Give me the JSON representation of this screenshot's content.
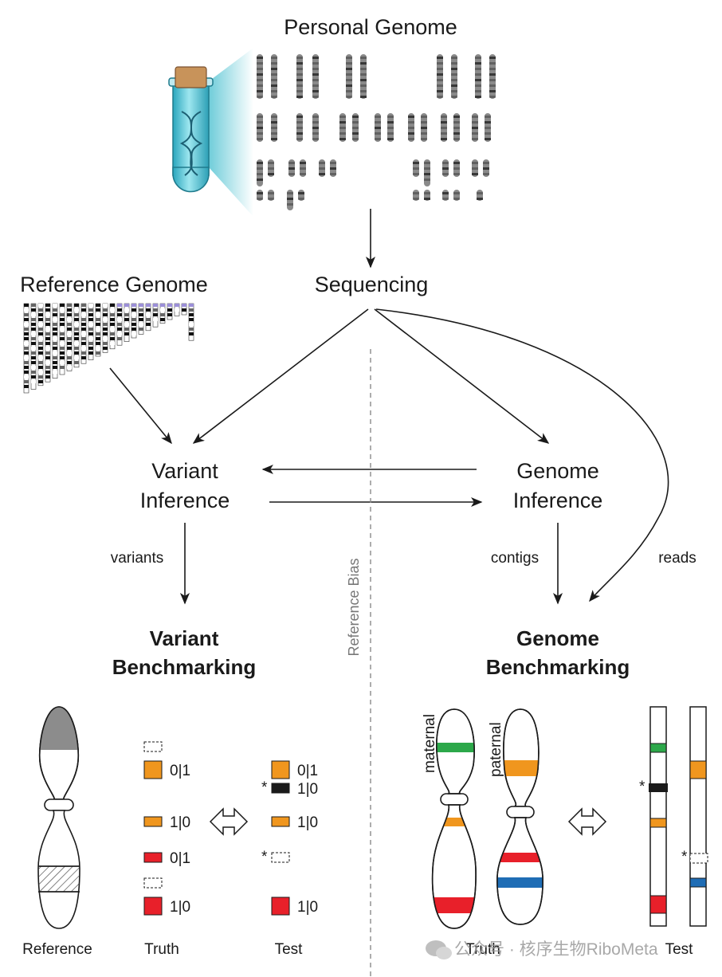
{
  "titles": {
    "personal_genome": "Personal Genome",
    "reference_genome": "Reference Genome",
    "sequencing": "Sequencing",
    "variant_inference_1": "Variant",
    "variant_inference_2": "Inference",
    "genome_inference_1": "Genome",
    "genome_inference_2": "Inference",
    "variant_bench_1": "Variant",
    "variant_bench_2": "Benchmarking",
    "genome_bench_1": "Genome",
    "genome_bench_2": "Benchmarking"
  },
  "edge_labels": {
    "variants": "variants",
    "contigs": "contigs",
    "reads": "reads",
    "reference_bias": "Reference Bias"
  },
  "bottom_labels": {
    "reference": "Reference",
    "truth_left": "Truth",
    "test_left": "Test",
    "truth_right": "Truth",
    "test_right": "Test"
  },
  "chromosome_labels": {
    "maternal": "maternal",
    "paternal": "paternal"
  },
  "colors": {
    "orange": "#f0961e",
    "red": "#e8202a",
    "green": "#2ca84a",
    "blue": "#1f6db5",
    "grey_cap": "#8c8c8c",
    "karyotype": "#707070",
    "tube_glass": "#54c6d8",
    "cork": "#c8935a",
    "bias_line": "#8a8a8a",
    "reference_purple": "#9b8fd8"
  },
  "variant_benchmark": {
    "truth": [
      {
        "kind": "empty",
        "genotype": ""
      },
      {
        "kind": "orange-big",
        "genotype": "0|1"
      },
      {
        "kind": "orange-small",
        "genotype": "1|0"
      },
      {
        "kind": "red-small",
        "genotype": "0|1"
      },
      {
        "kind": "empty",
        "genotype": ""
      },
      {
        "kind": "red-big",
        "genotype": "1|0"
      }
    ],
    "test": [
      {
        "kind": "orange-big",
        "genotype": "0|1",
        "asterisk": false
      },
      {
        "kind": "black-hatch",
        "genotype": "1|0",
        "asterisk": true
      },
      {
        "kind": "orange-small",
        "genotype": "1|0",
        "asterisk": false
      },
      {
        "kind": "empty",
        "genotype": "",
        "asterisk": true
      },
      {
        "kind": "red-big",
        "genotype": "1|0",
        "asterisk": false
      }
    ]
  },
  "genome_benchmark": {
    "asterisks": [
      "*",
      "*"
    ]
  },
  "watermark": {
    "text": "公众号 · 核序生物RiboMeta"
  }
}
